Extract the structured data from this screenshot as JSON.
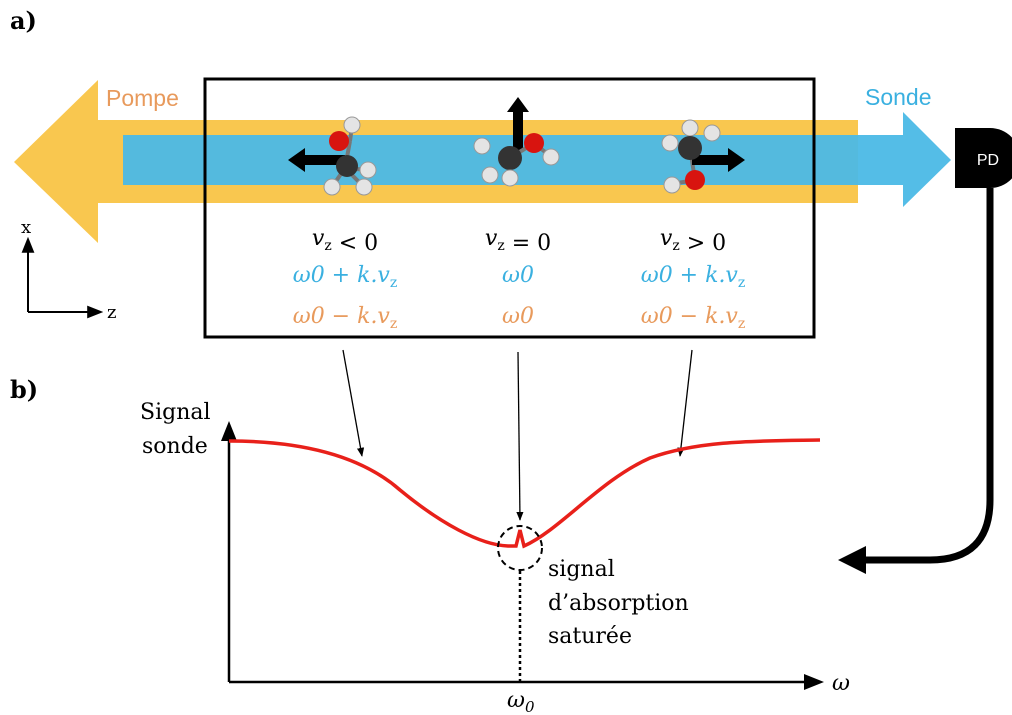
{
  "panel_a": {
    "label": "a)",
    "pump_label": "Pompe",
    "probe_label": "Sonde",
    "detector_label": "PD",
    "axis_x": "x",
    "axis_z": "z",
    "molecules": [
      {
        "velocity": "v_z < 0",
        "probe_freq": "ω0 + k.v_z",
        "pump_freq": "ω0 − k.v_z",
        "arrow": "left"
      },
      {
        "velocity": "v_z = 0",
        "probe_freq": "ω0",
        "pump_freq": "ω0",
        "arrow": "up"
      },
      {
        "velocity": "v_z > 0",
        "probe_freq": "ω0 + k.v_z",
        "pump_freq": "ω0 − k.v_z",
        "arrow": "right"
      }
    ]
  },
  "panel_b": {
    "label": "b)",
    "y_label_line1": "Signal",
    "y_label_line2": "sonde",
    "x_label": "ω",
    "x_tick": "ω0",
    "annotation_line1": "signal",
    "annotation_line2": "d’absorption",
    "annotation_line3": "saturée"
  },
  "colors": {
    "pump": "#F9C74F",
    "probe": "#4BB9E6",
    "probe_text": "#3AB0E0",
    "pump_text": "#E89A5C",
    "curve": "#E8201A",
    "box": "#000000"
  }
}
